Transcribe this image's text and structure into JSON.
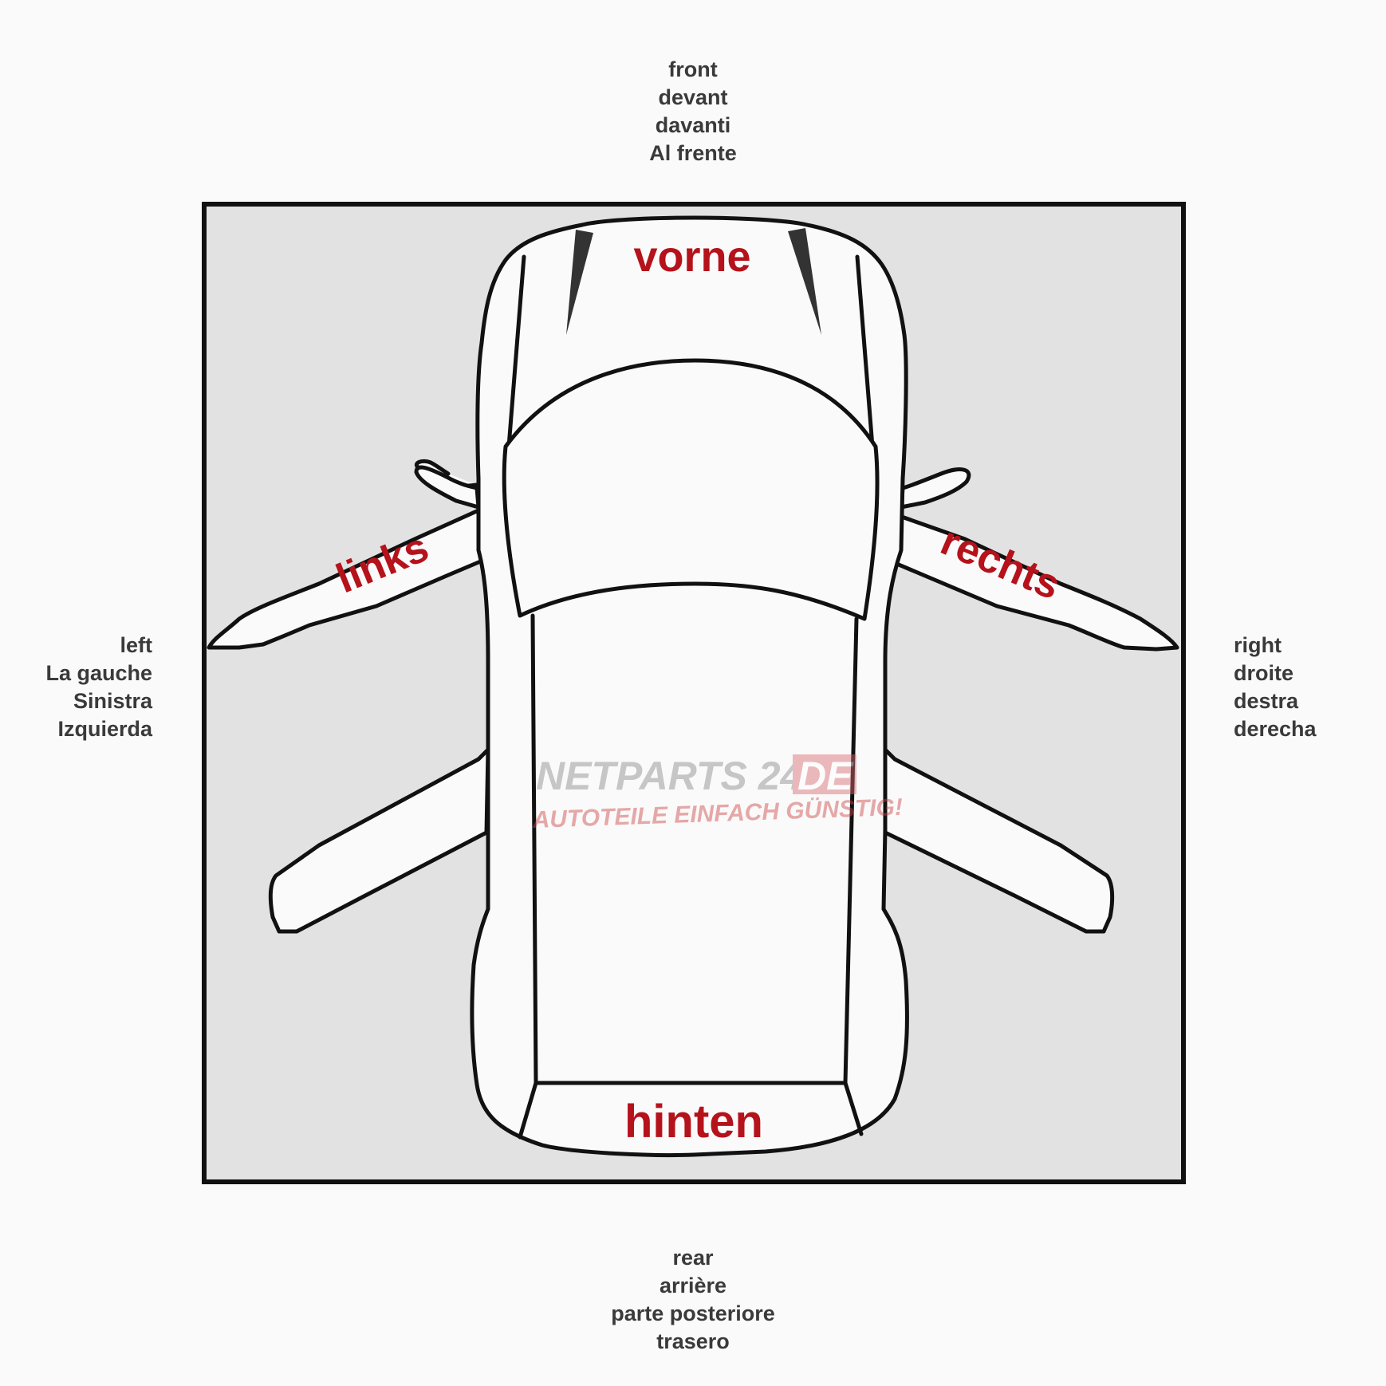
{
  "outer_labels": {
    "front": [
      "front",
      "devant",
      "davanti",
      "Al frente"
    ],
    "rear": [
      "rear",
      "arrière",
      "parte posteriore",
      "trasero"
    ],
    "left": [
      "left",
      "La gauche",
      "Sinistra",
      "Izquierda"
    ],
    "right": [
      "right",
      "droite",
      "destra",
      "derecha"
    ]
  },
  "car_labels": {
    "front": "vorne",
    "rear": "hinten",
    "left": "links",
    "right": "rechts"
  },
  "watermark": {
    "brand_main": "NETPARTS 24",
    "brand_suffix": "DE",
    "tagline": "AUTOTEILE EINFACH GÜNSTIG!"
  },
  "colors": {
    "label_red": "#b5121b",
    "panel_gray": "#e2e2e2",
    "car_fill": "#fafafa",
    "outline": "#111111"
  }
}
